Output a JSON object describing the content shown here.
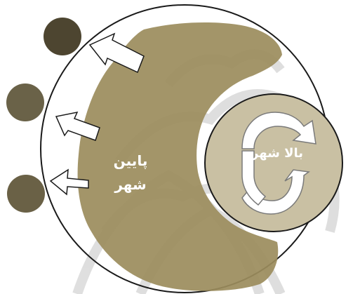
{
  "diagram": {
    "label_lower_city_line1": "پایین",
    "label_lower_city_line2": "شهر",
    "label_upper_city": "بالا شهر",
    "colors": {
      "crescent": "#9b8c5c",
      "inner_circle": "#c9c0a3",
      "outline": "#1a1a1a",
      "watermark": "#d6d6d6",
      "dot_top": "#4d4530",
      "dot_middle": "#6a6248",
      "dot_bottom": "#6a6146",
      "label": "#ffffff"
    },
    "dots": [
      {
        "id": "top"
      },
      {
        "id": "middle"
      },
      {
        "id": "bottom"
      }
    ],
    "arrows": [
      {
        "id": "top"
      },
      {
        "id": "middle"
      },
      {
        "id": "bottom"
      }
    ]
  }
}
